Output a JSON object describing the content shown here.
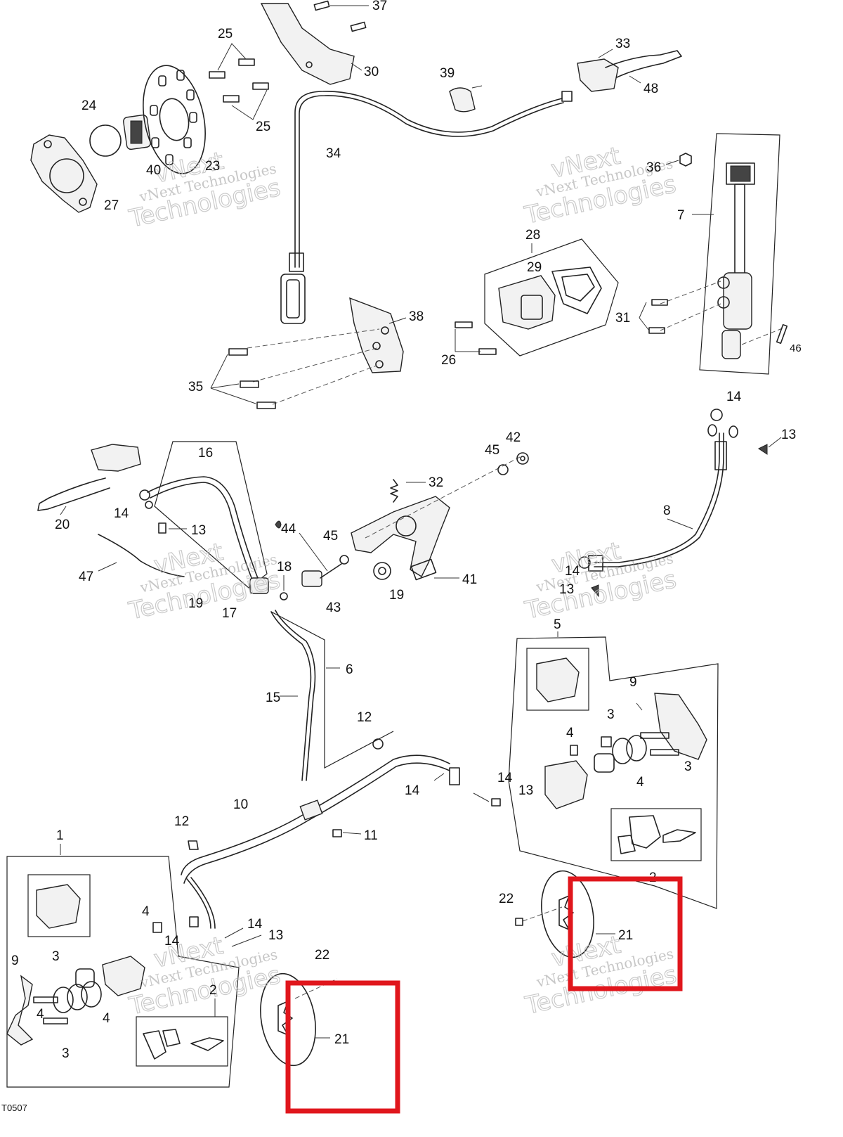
{
  "diagram_id": "T0507",
  "watermark": {
    "line1": "vNext Technologies",
    "line2": "vNext",
    "line3": "Technologies"
  },
  "callouts": {
    "c1": "1",
    "c2": "2",
    "c2b": "2",
    "c3a": "3",
    "c3b": "3",
    "c3c": "3",
    "c3d": "3",
    "c4a": "4",
    "c4b": "4",
    "c4c": "4",
    "c4d": "4",
    "c4e": "4",
    "c5": "5",
    "c6": "6",
    "c7": "7",
    "c8": "8",
    "c9a": "9",
    "c9b": "9",
    "c10": "10",
    "c11": "11",
    "c12a": "12",
    "c12b": "12",
    "c13a": "13",
    "c13b": "13",
    "c13c": "13",
    "c13d": "13",
    "c13e": "13",
    "c14a": "14",
    "c14b": "14",
    "c14c": "14",
    "c14d": "14",
    "c14e": "14",
    "c14f": "14",
    "c14g": "14",
    "c15": "15",
    "c16": "16",
    "c17": "17",
    "c18": "18",
    "c19a": "19",
    "c19b": "19",
    "c20": "20",
    "c21a": "21",
    "c21b": "21",
    "c22a": "22",
    "c22b": "22",
    "c23": "23",
    "c24": "24",
    "c25a": "25",
    "c25b": "25",
    "c26": "26",
    "c27": "27",
    "c28": "28",
    "c29": "29",
    "c30": "30",
    "c31": "31",
    "c32": "32",
    "c33": "33",
    "c34": "34",
    "c35": "35",
    "c36": "36",
    "c37": "37",
    "c38": "38",
    "c39": "39",
    "c40": "40",
    "c41": "41",
    "c42": "42",
    "c43": "43",
    "c44": "44",
    "c45a": "45",
    "c45b": "45",
    "c46": "46",
    "c47": "47",
    "c48": "48"
  },
  "highlight_color": "#e0161c"
}
